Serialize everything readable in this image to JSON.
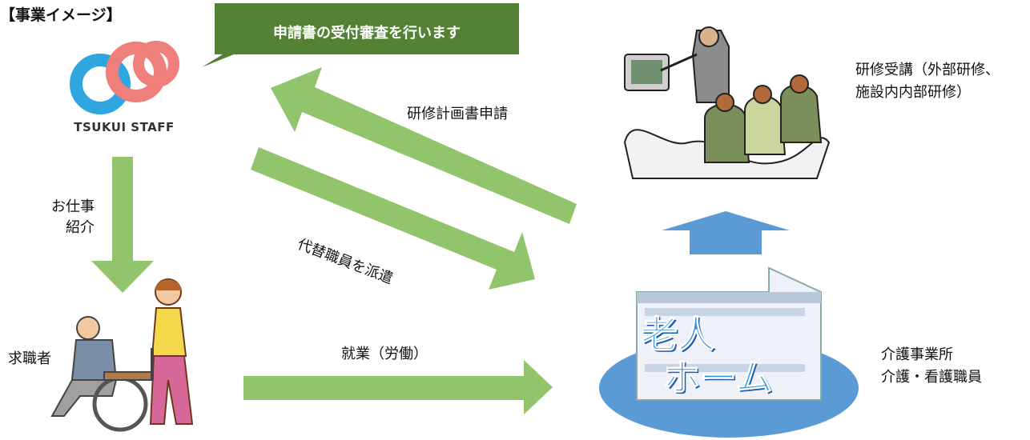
{
  "heading": "【事業イメージ】",
  "callout": {
    "text": "申請書の受付審査を行います",
    "color": "#548235"
  },
  "logo": {
    "text": "TSUKUI STAFF",
    "ring_left_color": "#2ea7e0",
    "ring_right_color": "#ef7f7a"
  },
  "labels": {
    "job_intro_line1": "お仕事",
    "job_intro_line2": "紹介",
    "job_seeker": "求職者",
    "plan_application": "研修計画書申請",
    "dispatch": "代替職員を派遣",
    "employment": "就業（労働）",
    "training_line1": "研修受講（外部研修、",
    "training_line2": "施設内内部研修）",
    "facility_line1": "介護事業所",
    "facility_line2": "介護・看護職員"
  },
  "home_sign": {
    "line1": "老人",
    "line2": "ホーム"
  },
  "colors": {
    "green_arrow": "#92c46b",
    "blue_arrow": "#5b9bd5",
    "ellipse": "#5b9bd5"
  }
}
